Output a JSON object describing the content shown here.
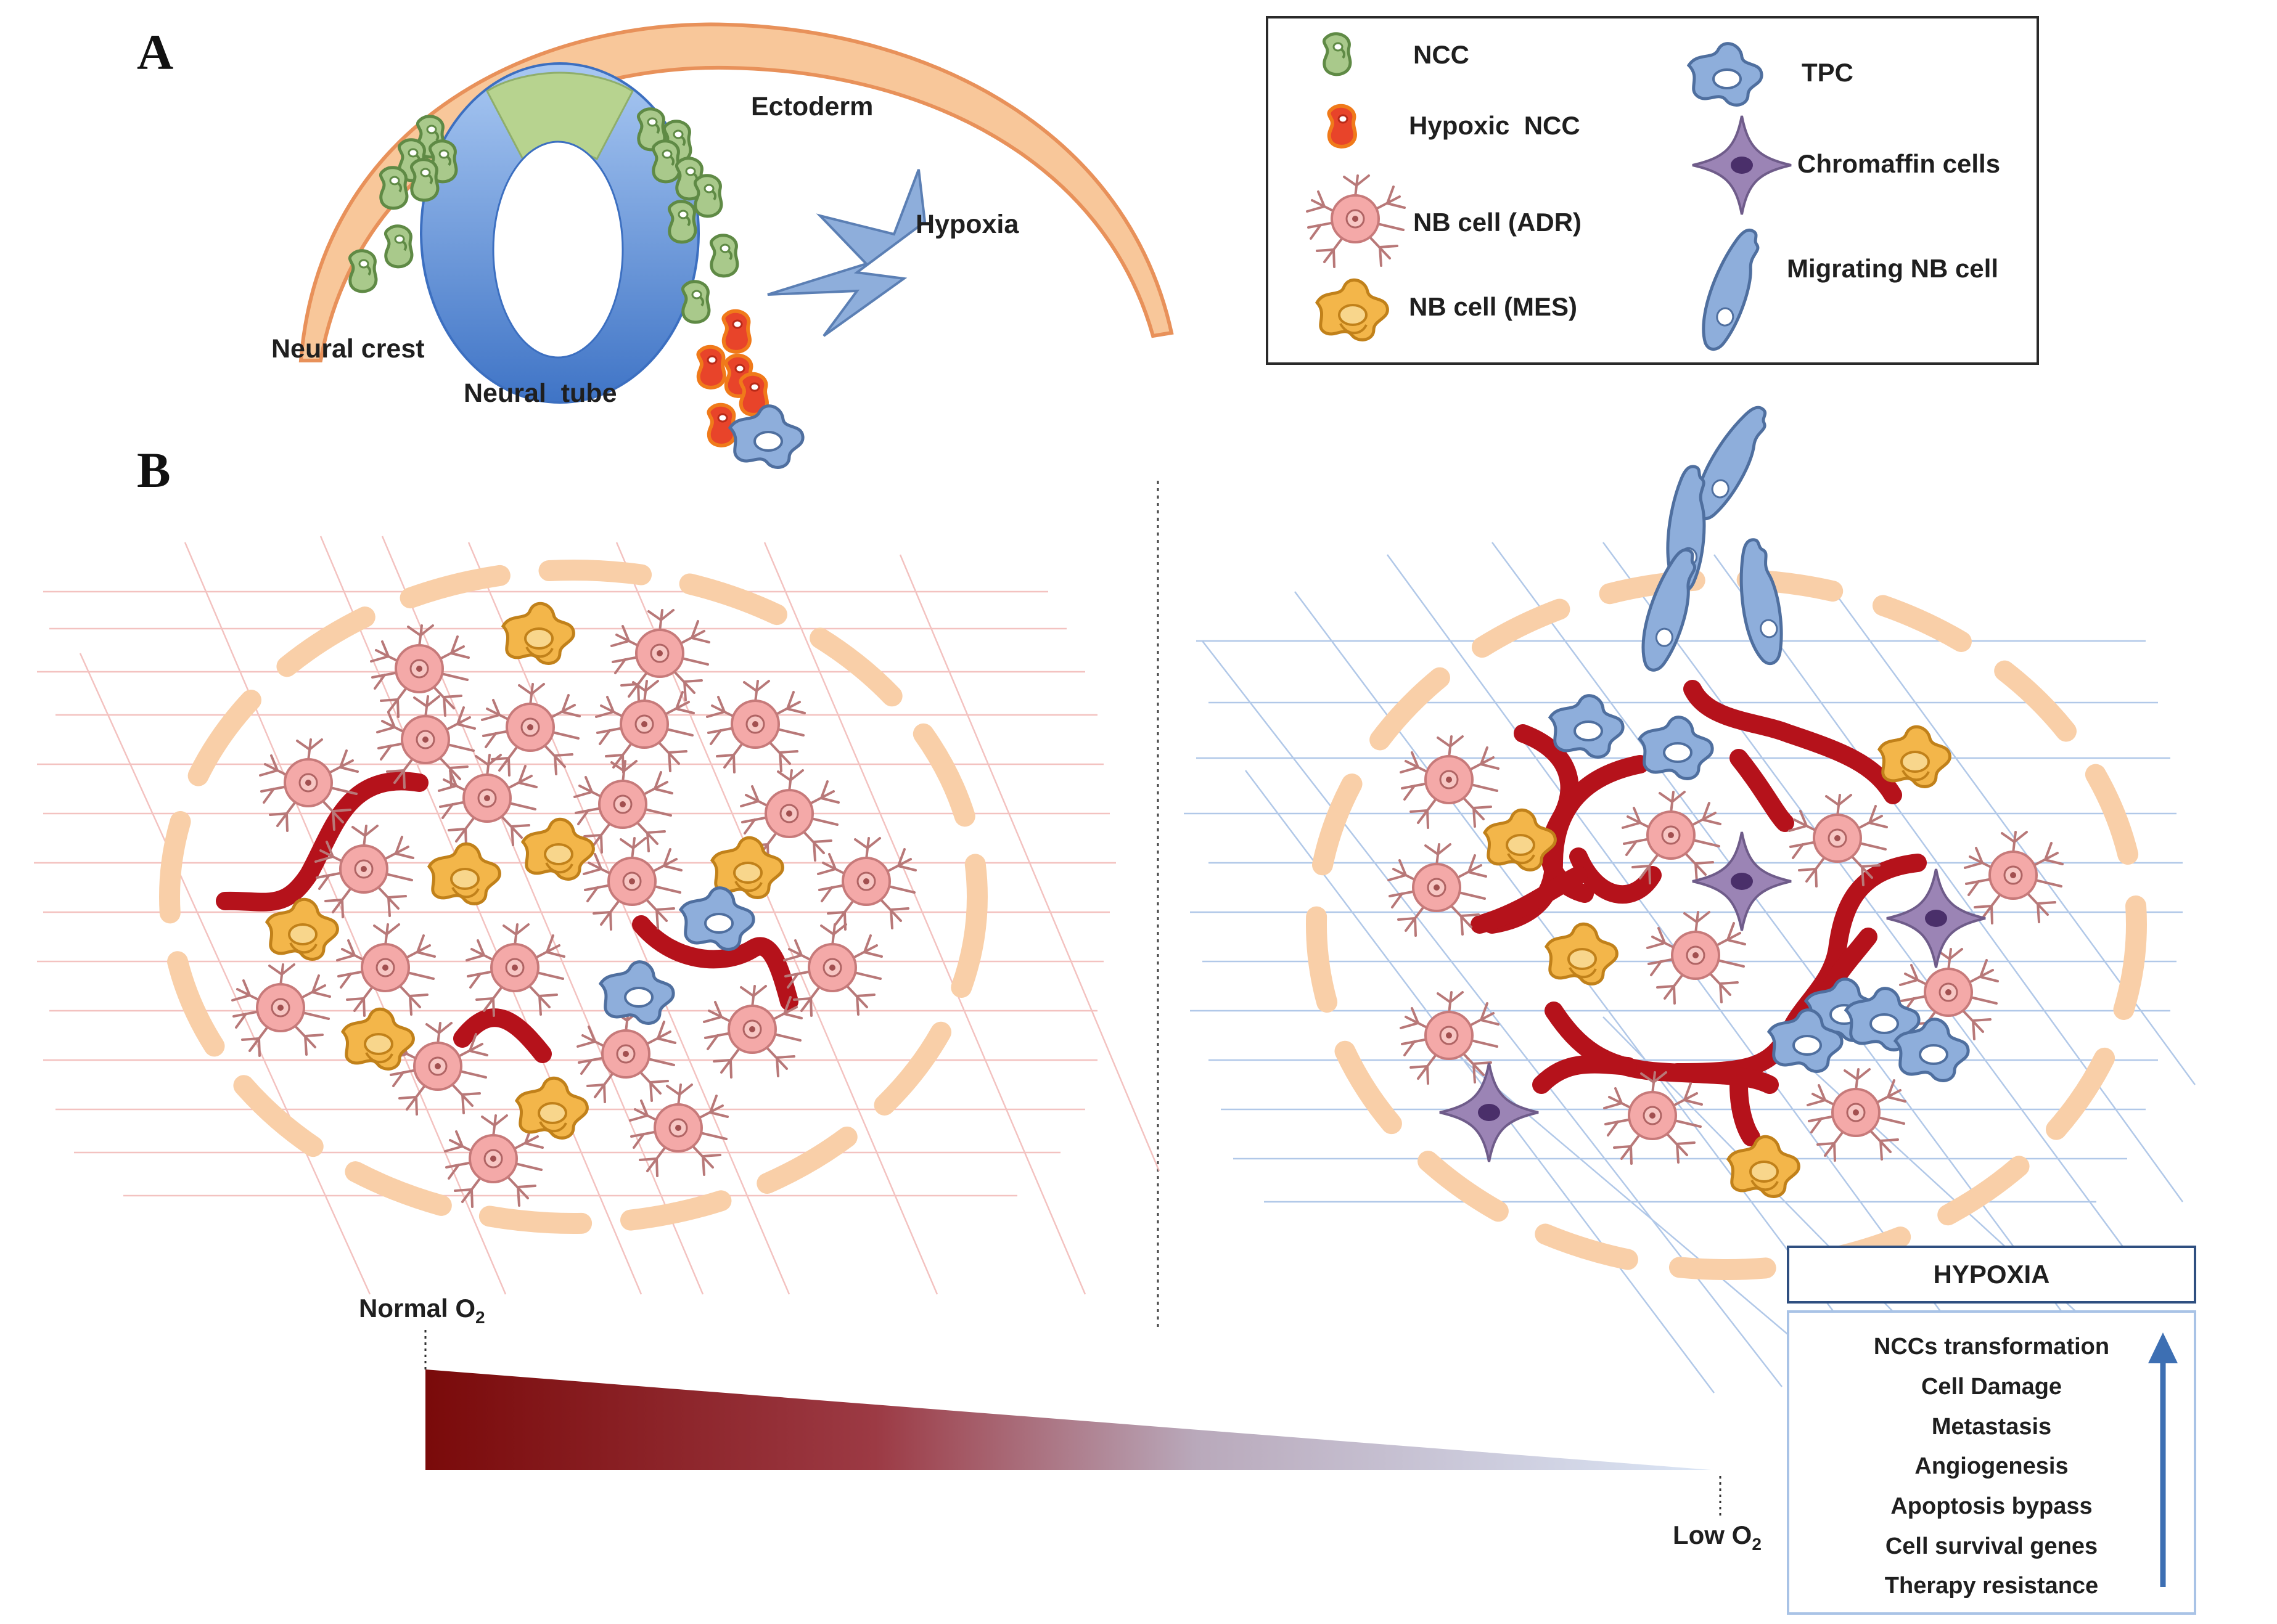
{
  "panels": {
    "a": "A",
    "b": "B"
  },
  "panel_a": {
    "ectoderm": "Ectoderm",
    "hypoxia": "Hypoxia",
    "neural_crest": "Neural crest",
    "neural_tube": "Neural  tube"
  },
  "legend": {
    "ncc": "NCC",
    "hypoxic_ncc": "Hypoxic  NCC",
    "nb_adr": "NB cell (ADR)",
    "nb_mes": "NB cell (MES)",
    "tpc": "TPC",
    "chromaffin": "Chromaffin cells",
    "migrating": "Migrating NB cell"
  },
  "gradient": {
    "normal_text": "Normal O",
    "low_text": "Low O",
    "sub": "2"
  },
  "hypoxia_box": {
    "title": "HYPOXIA",
    "items": [
      "NCCs transformation",
      "Cell Damage",
      "Metastasis",
      "Angiogenesis",
      "Apoptosis bypass",
      "Cell survival genes",
      "Therapy resistance"
    ]
  },
  "colors": {
    "ncc": "#a9c98b",
    "hypoxic": "#e8442a",
    "adr": "#f4a9a8",
    "mes": "#f3b64a",
    "tpc": "#8eaedb",
    "chromaffin": "#9b84b5",
    "vessel": "#b5121b",
    "membrane": "#f9cfa8",
    "tube": "#5a8fd8",
    "ectoderm": "#f8c79a",
    "accent_blue": "#3d6fb3"
  }
}
